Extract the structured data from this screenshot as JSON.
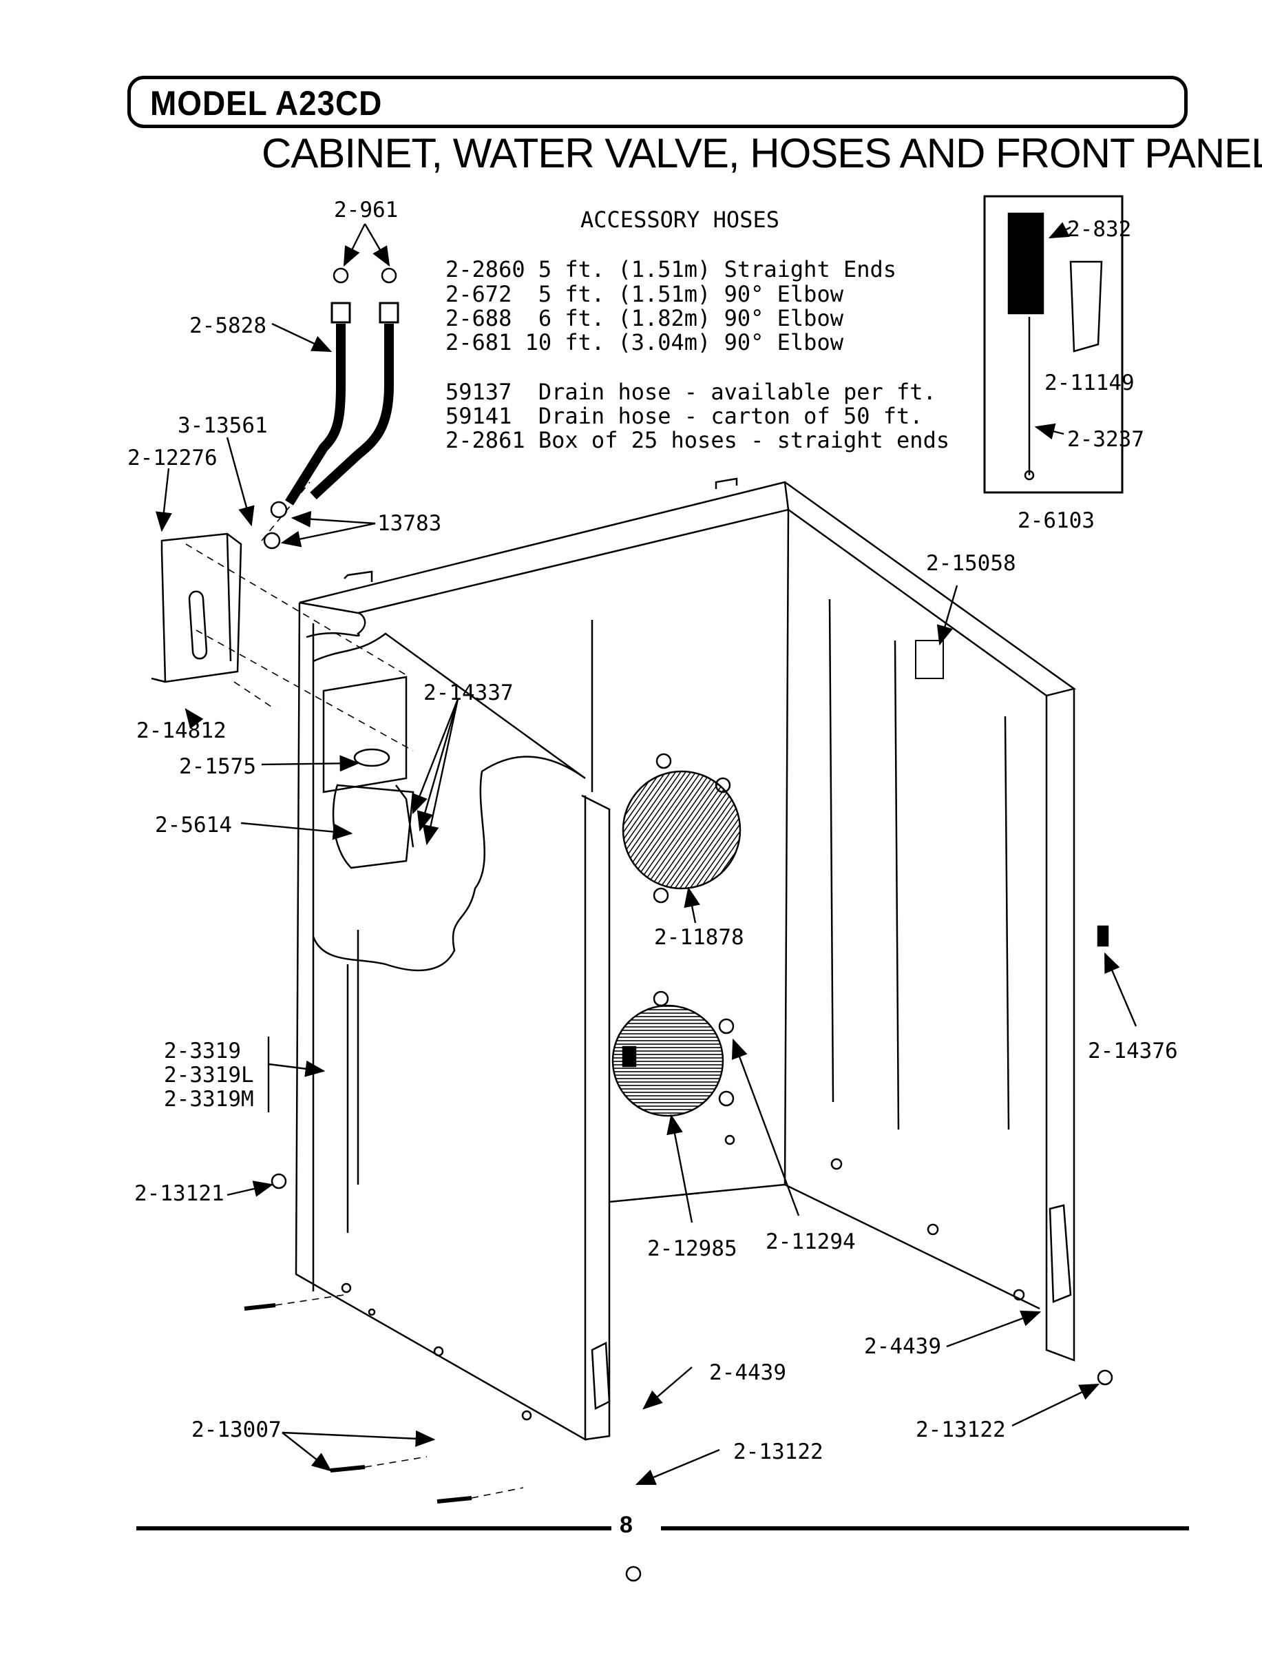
{
  "header": {
    "model": "MODEL A23CD",
    "title": "CABINET, WATER VALVE, HOSES AND FRONT PANEL"
  },
  "accessory": {
    "heading": "ACCESSORY HOSES",
    "lines": [
      "2-2860 5 ft. (1.51m) Straight Ends",
      "2-672  5 ft. (1.51m) 90° Elbow",
      "2-688  6 ft. (1.82m) 90° Elbow",
      "2-681 10 ft. (3.04m) 90° Elbow"
    ],
    "drain_lines": [
      "59137  Drain hose - available per ft.",
      "59141  Drain hose - carton of 50 ft.",
      "2-2861 Box of 25 hoses - straight ends"
    ]
  },
  "parts": {
    "p961": "2-961",
    "p5828": "2-5828",
    "p13561": "3-13561",
    "p12276": "2-12276",
    "p13783": "13783",
    "p14812": "2-14812",
    "p1575": "2-1575",
    "p14337": "2-14337",
    "p5614": "2-5614",
    "p832": "2-832",
    "p11149": "2-11149",
    "p3237": "2-3237",
    "p6103": "2-6103",
    "p15058": "2-15058",
    "p11878": "2-11878",
    "p14376": "2-14376",
    "p3319": "2-3319",
    "p3319L": "2-3319L",
    "p3319M": "2-3319M",
    "p13121": "2-13121",
    "p12985": "2-12985",
    "p11294": "2-11294",
    "p4439a": "2-4439",
    "p4439b": "2-4439",
    "p13007": "2-13007",
    "p13122a": "2-13122",
    "p13122b": "2-13122"
  },
  "footer": {
    "page": "8"
  }
}
